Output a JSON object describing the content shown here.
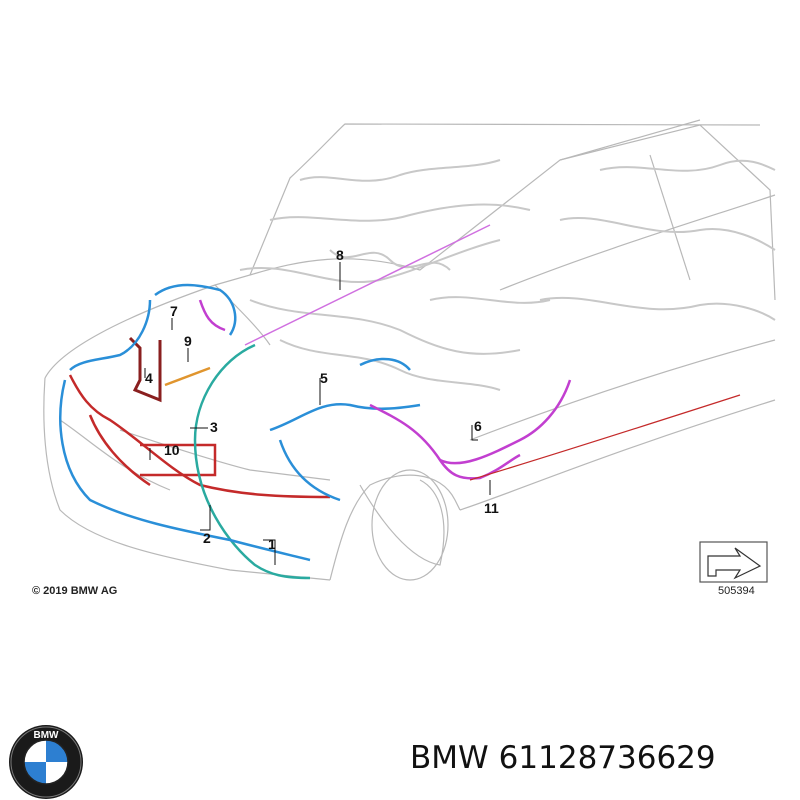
{
  "diagram": {
    "callouts": [
      "1",
      "2",
      "3",
      "4",
      "5",
      "6",
      "7",
      "8",
      "9",
      "10",
      "11"
    ],
    "copyright": "© 2019 BMW AG",
    "diagram_number": "505394",
    "colors": {
      "outline": "#b5b5b5",
      "harness_blue": "#2a8fd8",
      "harness_red": "#c42a2a",
      "harness_magenta": "#c23fd0",
      "harness_teal": "#2aaaa0",
      "harness_orange": "#e0952e",
      "harness_dark_red": "#8a1f1f"
    }
  },
  "footer": {
    "brand": "BMW",
    "part_number": "61128736629",
    "logo_text": "BMW"
  }
}
